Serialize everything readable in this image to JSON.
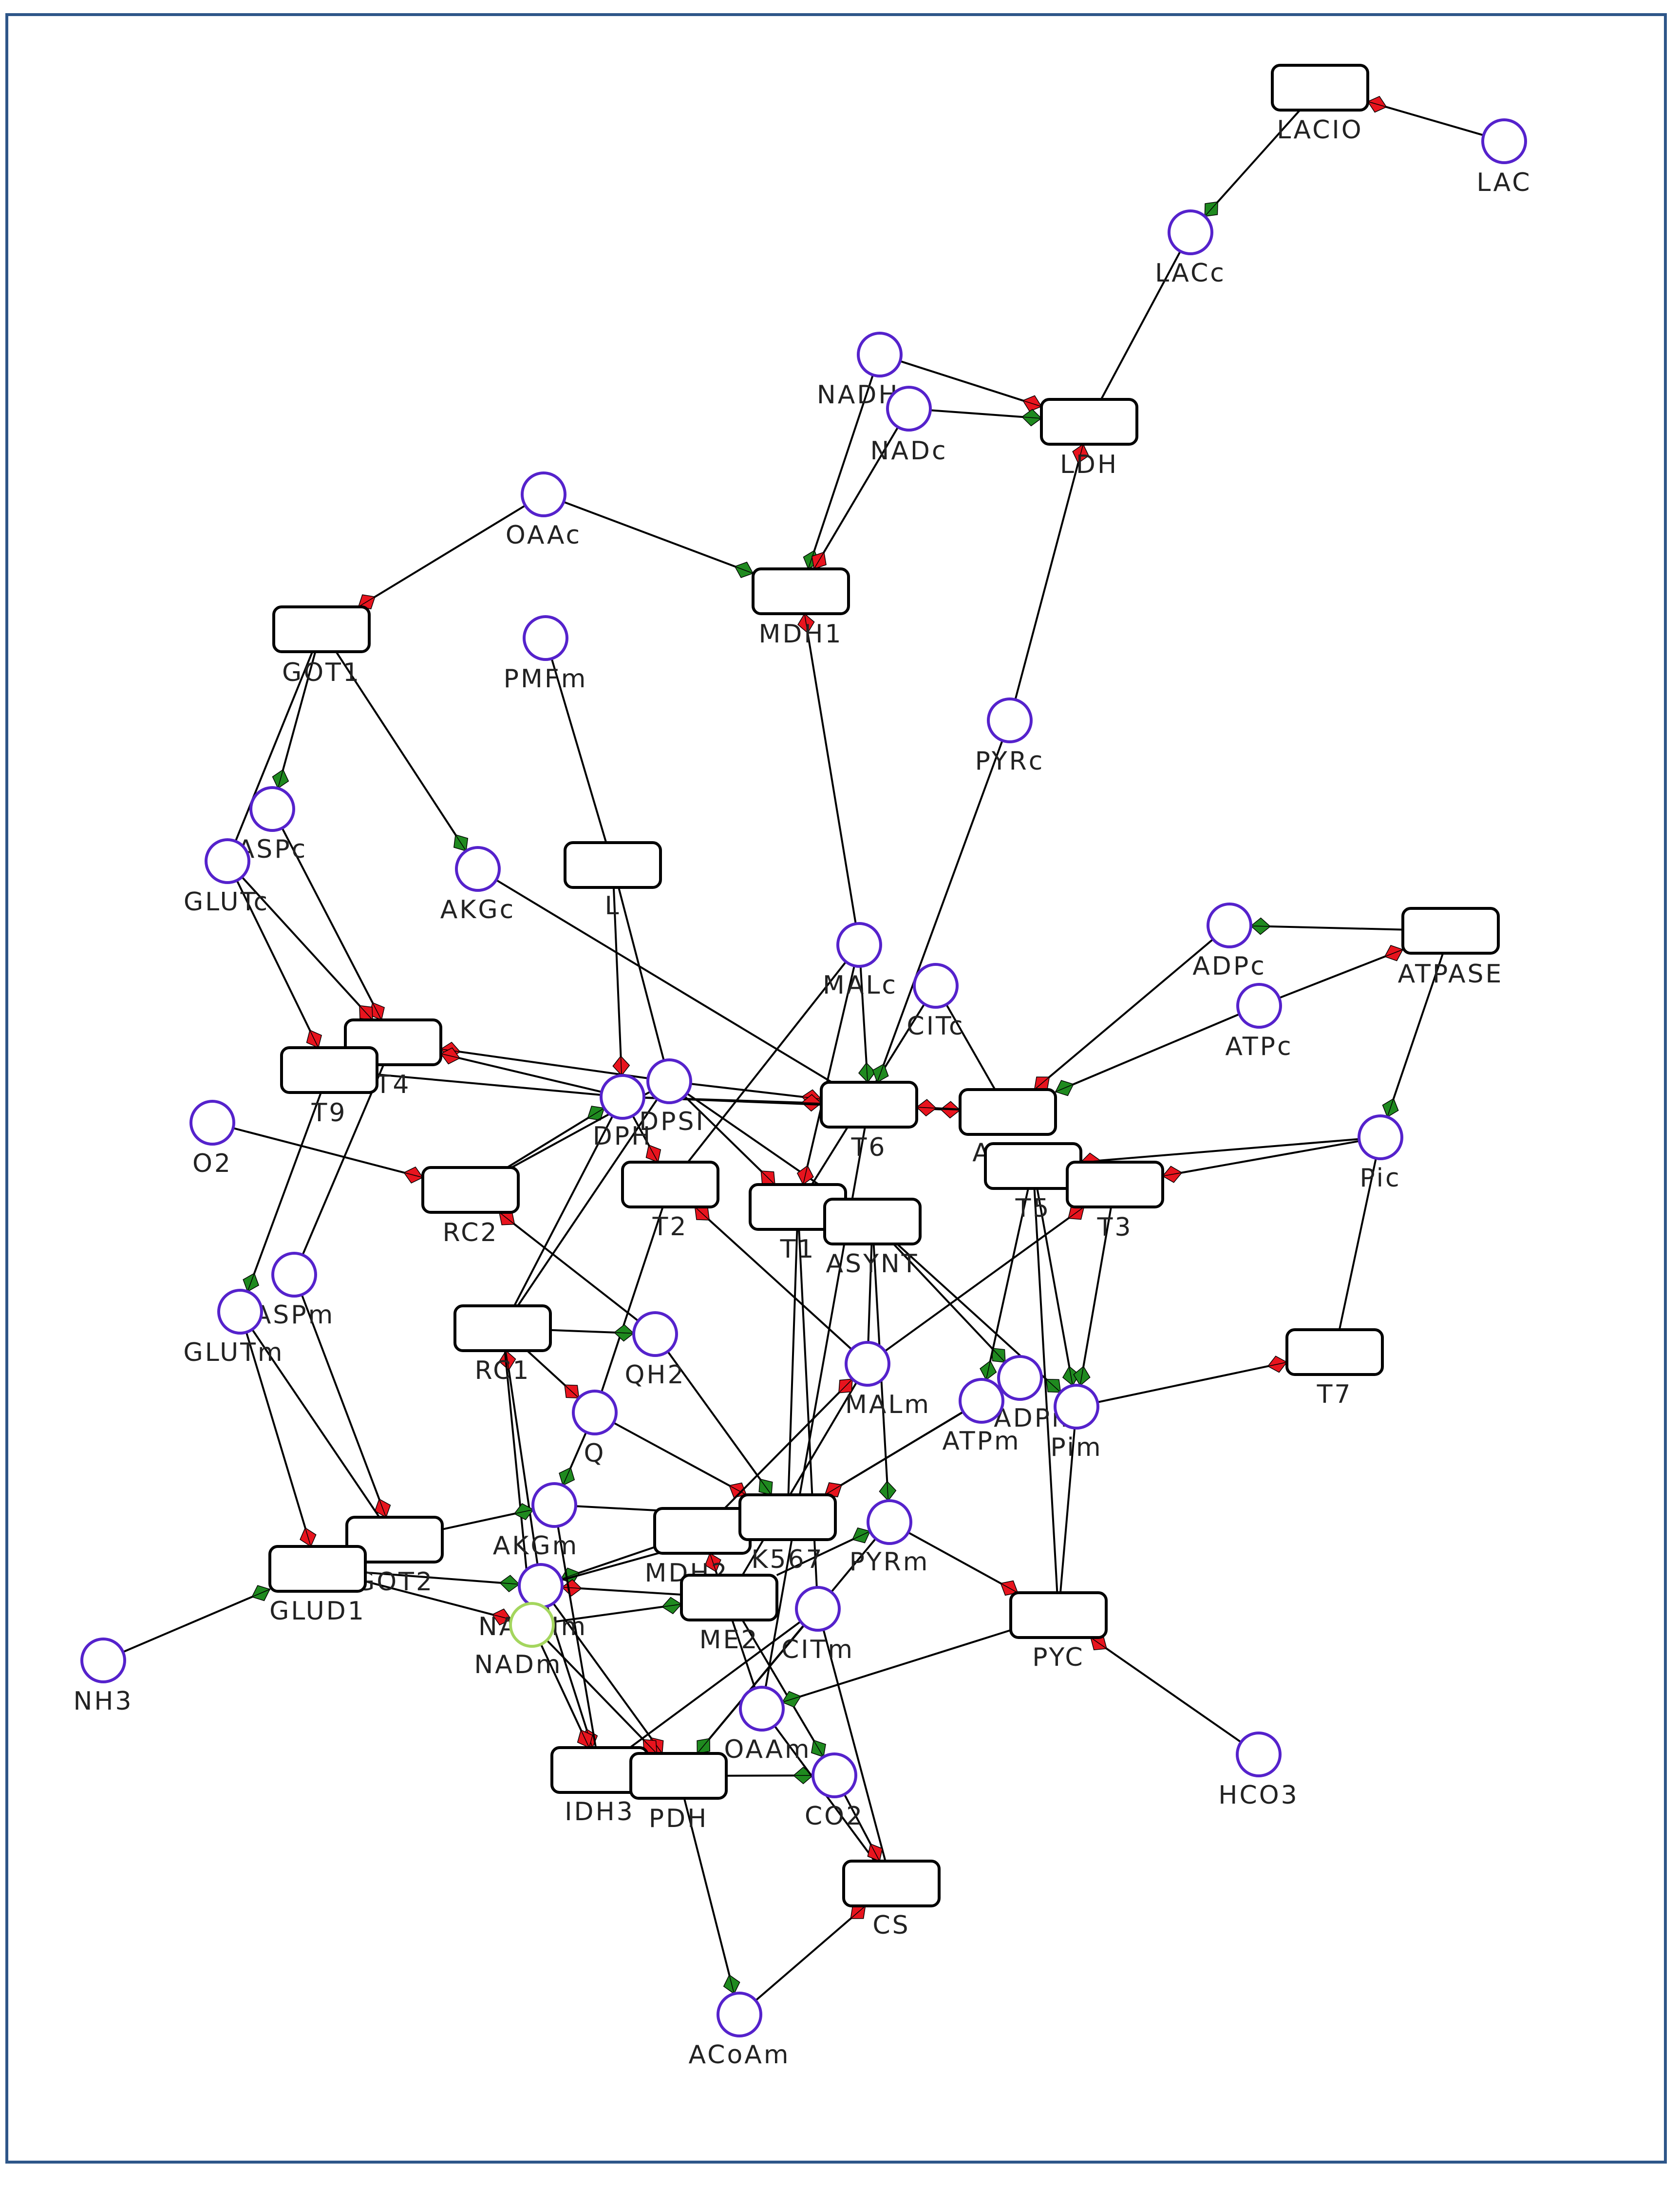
{
  "colors": {
    "frame": "#2e5689",
    "node_stroke": "#5522cc",
    "reaction_stroke": "#000000",
    "edge": "#000000",
    "arrow_red": "#e8141e",
    "arrow_green": "#1f8a1f",
    "highlight": "#a4d65e",
    "label": "#222222"
  },
  "metabolites": [
    {
      "id": "LAC",
      "label": "LAC"
    },
    {
      "id": "LACc",
      "label": "LACc"
    },
    {
      "id": "NADHc",
      "label": "NADHc"
    },
    {
      "id": "NADc",
      "label": "NADc"
    },
    {
      "id": "OAAc",
      "label": "OAAc"
    },
    {
      "id": "PMFm",
      "label": "PMFm"
    },
    {
      "id": "PYRc",
      "label": "PYRc"
    },
    {
      "id": "ASPc",
      "label": "ASPc"
    },
    {
      "id": "GLUTc",
      "label": "GLUTc"
    },
    {
      "id": "AKGc",
      "label": "AKGc"
    },
    {
      "id": "MALc",
      "label": "MALc"
    },
    {
      "id": "CITc",
      "label": "CITc"
    },
    {
      "id": "ADPc",
      "label": "ADPc"
    },
    {
      "id": "ATPc",
      "label": "ATPc"
    },
    {
      "id": "DPSI",
      "label": "DPSI"
    },
    {
      "id": "DPH",
      "label": "DPH"
    },
    {
      "id": "O2",
      "label": "O2"
    },
    {
      "id": "Pic",
      "label": "Pic"
    },
    {
      "id": "ASPm",
      "label": "ASPm"
    },
    {
      "id": "GLUTm",
      "label": "GLUTm"
    },
    {
      "id": "QH2",
      "label": "QH2"
    },
    {
      "id": "Q",
      "label": "Q"
    },
    {
      "id": "MALm",
      "label": "MALm"
    },
    {
      "id": "ADPm",
      "label": "ADPm"
    },
    {
      "id": "ATPm",
      "label": "ATPm"
    },
    {
      "id": "Pim",
      "label": "Pim"
    },
    {
      "id": "AKGm",
      "label": "AKGm"
    },
    {
      "id": "PYRm",
      "label": "PYRm"
    },
    {
      "id": "NADHm",
      "label": "NADHm"
    },
    {
      "id": "NADm",
      "label": "NADm"
    },
    {
      "id": "NH3",
      "label": "NH3"
    },
    {
      "id": "CITm",
      "label": "CITm"
    },
    {
      "id": "OAAm",
      "label": "OAAm"
    },
    {
      "id": "CO2",
      "label": "CO2"
    },
    {
      "id": "HCO3",
      "label": "HCO3"
    },
    {
      "id": "ACoAm",
      "label": "ACoAm"
    }
  ],
  "reactions": [
    {
      "id": "LACIO",
      "label": "LACIO"
    },
    {
      "id": "LDH",
      "label": "LDH"
    },
    {
      "id": "MDH1",
      "label": "MDH1"
    },
    {
      "id": "GOT1",
      "label": "GOT1"
    },
    {
      "id": "L",
      "label": "L"
    },
    {
      "id": "ATPASE",
      "label": "ATPASE"
    },
    {
      "id": "T4",
      "label": "T4"
    },
    {
      "id": "T9",
      "label": "T9"
    },
    {
      "id": "T6",
      "label": "T6"
    },
    {
      "id": "ANT",
      "label": "A"
    },
    {
      "id": "T5",
      "label": "T5"
    },
    {
      "id": "T3",
      "label": "T3"
    },
    {
      "id": "RC2",
      "label": "RC2"
    },
    {
      "id": "T2",
      "label": "T2"
    },
    {
      "id": "T1",
      "label": "T1"
    },
    {
      "id": "ASYNT",
      "label": "ASYNT"
    },
    {
      "id": "T7",
      "label": "T7"
    },
    {
      "id": "RC1",
      "label": "RC1"
    },
    {
      "id": "GOT2",
      "label": "GOT2"
    },
    {
      "id": "GLUD1",
      "label": "GLUD1"
    },
    {
      "id": "MDH2",
      "label": "MDH2"
    },
    {
      "id": "K567",
      "label": "K567"
    },
    {
      "id": "ME2",
      "label": "ME2"
    },
    {
      "id": "PYC",
      "label": "PYC"
    },
    {
      "id": "IDH3",
      "label": "IDH3"
    },
    {
      "id": "PDH",
      "label": "PDH"
    },
    {
      "id": "CS",
      "label": "CS"
    }
  ],
  "edges": [
    {
      "from": "LAC",
      "to": "LACIO",
      "head": "red"
    },
    {
      "from": "LACIO",
      "to": "LACc",
      "head": "green"
    },
    {
      "from": "LACc",
      "to": "LDH",
      "head": "none"
    },
    {
      "from": "NADHc",
      "to": "LDH",
      "head": "red"
    },
    {
      "from": "NADc",
      "to": "LDH",
      "head": "green"
    },
    {
      "from": "PYRc",
      "to": "LDH",
      "head": "red"
    },
    {
      "from": "NADHc",
      "to": "MDH1",
      "head": "green"
    },
    {
      "from": "NADc",
      "to": "MDH1",
      "head": "red"
    },
    {
      "from": "OAAc",
      "to": "MDH1",
      "head": "green"
    },
    {
      "from": "MALc",
      "to": "MDH1",
      "head": "red"
    },
    {
      "from": "OAAc",
      "to": "GOT1",
      "head": "red"
    },
    {
      "from": "GOT1",
      "to": "ASPc",
      "head": "green"
    },
    {
      "from": "GOT1",
      "to": "GLUTc",
      "head": "none"
    },
    {
      "from": "GOT1",
      "to": "AKGc",
      "head": "green"
    },
    {
      "from": "PMFm",
      "to": "L",
      "head": "none"
    },
    {
      "from": "L",
      "to": "DPH",
      "head": "red"
    },
    {
      "from": "L",
      "to": "DPSI",
      "head": "none"
    },
    {
      "from": "ATPASE",
      "to": "ADPc",
      "head": "green"
    },
    {
      "from": "ATPc",
      "to": "ATPASE",
      "head": "red"
    },
    {
      "from": "ATPASE",
      "to": "Pic",
      "head": "green"
    },
    {
      "from": "ASPc",
      "to": "T4",
      "head": "red"
    },
    {
      "from": "GLUTc",
      "to": "T4",
      "head": "red"
    },
    {
      "from": "GLUTc",
      "to": "T9",
      "head": "red"
    },
    {
      "from": "AKGc",
      "to": "T6",
      "head": "none"
    },
    {
      "from": "DPSI",
      "to": "T4",
      "head": "red"
    },
    {
      "from": "DPH",
      "to": "T4",
      "head": "red"
    },
    {
      "from": "DPH",
      "to": "T9",
      "head": "none"
    },
    {
      "from": "DPSI",
      "to": "T6",
      "head": "red"
    },
    {
      "from": "DPH",
      "to": "T6",
      "head": "red"
    },
    {
      "from": "DPH",
      "to": "ANT",
      "head": "red"
    },
    {
      "from": "MALc",
      "to": "T6",
      "head": "green"
    },
    {
      "from": "MALc",
      "to": "T2",
      "head": "none"
    },
    {
      "from": "CITc",
      "to": "T1",
      "head": "none"
    },
    {
      "from": "CITc",
      "to": "ANT",
      "head": "none"
    },
    {
      "from": "PYRc",
      "to": "T6",
      "head": "green"
    },
    {
      "from": "ADPc",
      "to": "ANT",
      "head": "red"
    },
    {
      "from": "ATPc",
      "to": "ANT",
      "head": "green"
    },
    {
      "from": "ANT",
      "to": "T6",
      "head": "red"
    },
    {
      "from": "Pic",
      "to": "T5",
      "head": "red"
    },
    {
      "from": "Pic",
      "to": "T3",
      "head": "red"
    },
    {
      "from": "O2",
      "to": "RC2",
      "head": "red"
    },
    {
      "from": "RC2",
      "to": "DPH",
      "head": "green"
    },
    {
      "from": "RC2",
      "to": "DPSI",
      "head": "none"
    },
    {
      "from": "QH2",
      "to": "RC2",
      "head": "red"
    },
    {
      "from": "DPH",
      "to": "T2",
      "head": "red"
    },
    {
      "from": "DPSI",
      "to": "T1",
      "head": "red"
    },
    {
      "from": "DPSI",
      "to": "ASYNT",
      "head": "none"
    },
    {
      "from": "T2",
      "to": "Q",
      "head": "none"
    },
    {
      "from": "MALm",
      "to": "T2",
      "head": "red"
    },
    {
      "from": "MALm",
      "to": "T3",
      "head": "red"
    },
    {
      "from": "T1",
      "to": "K567",
      "head": "none"
    },
    {
      "from": "ASYNT",
      "to": "ADPm",
      "head": "green"
    },
    {
      "from": "ASYNT",
      "to": "Pim",
      "head": "green"
    },
    {
      "from": "ASYNT",
      "to": "PYRm",
      "head": "green"
    },
    {
      "from": "ASYNT",
      "to": "MALm",
      "head": "none"
    },
    {
      "from": "T5",
      "to": "ATPm",
      "head": "green"
    },
    {
      "from": "T5",
      "to": "Pim",
      "head": "green"
    },
    {
      "from": "T3",
      "to": "Pim",
      "head": "green"
    },
    {
      "from": "T5",
      "to": "PYC",
      "head": "none"
    },
    {
      "from": "Pim",
      "to": "T7",
      "head": "red"
    },
    {
      "from": "T7",
      "to": "Pic",
      "head": "none"
    },
    {
      "from": "RC1",
      "to": "QH2",
      "head": "green"
    },
    {
      "from": "RC1",
      "to": "Q",
      "head": "red"
    },
    {
      "from": "RC1",
      "to": "DPH",
      "head": "none"
    },
    {
      "from": "RC1",
      "to": "DPSI",
      "head": "none"
    },
    {
      "from": "NADHm",
      "to": "RC1",
      "head": "red"
    },
    {
      "from": "NADm",
      "to": "RC1",
      "head": "none"
    },
    {
      "from": "Q",
      "to": "AKGm",
      "head": "green"
    },
    {
      "from": "Q",
      "to": "K567",
      "head": "red"
    },
    {
      "from": "QH2",
      "to": "K567",
      "head": "green"
    },
    {
      "from": "ATPm",
      "to": "K567",
      "head": "red"
    },
    {
      "from": "ADPm",
      "to": "K567",
      "head": "red"
    },
    {
      "from": "AKGm",
      "to": "K567",
      "head": "none"
    },
    {
      "from": "ASPm",
      "to": "GOT2",
      "head": "red"
    },
    {
      "from": "GLUTm",
      "to": "GLUD1",
      "head": "red"
    },
    {
      "from": "GLUTm",
      "to": "GOT2",
      "head": "none"
    },
    {
      "from": "T4",
      "to": "ASPm",
      "head": "none"
    },
    {
      "from": "T9",
      "to": "GLUTm",
      "head": "green"
    },
    {
      "from": "NH3",
      "to": "GLUD1",
      "head": "green"
    },
    {
      "from": "GOT2",
      "to": "AKGm",
      "head": "green"
    },
    {
      "from": "GLUD1",
      "to": "NADHm",
      "head": "green"
    },
    {
      "from": "GLUD1",
      "to": "NADm",
      "head": "red"
    },
    {
      "from": "MDH2",
      "to": "NADHm",
      "head": "green"
    },
    {
      "from": "ME2",
      "to": "NADHm",
      "head": "red"
    },
    {
      "from": "NADm",
      "to": "ME2",
      "head": "green"
    },
    {
      "from": "MALm",
      "to": "ME2",
      "head": "none"
    },
    {
      "from": "ME2",
      "to": "PYRm",
      "head": "green"
    },
    {
      "from": "ME2",
      "to": "CO2",
      "head": "green"
    },
    {
      "from": "PYRm",
      "to": "PYC",
      "head": "red"
    },
    {
      "from": "HCO3",
      "to": "PYC",
      "head": "red"
    },
    {
      "from": "PYC",
      "to": "OAAm",
      "head": "green"
    },
    {
      "from": "Pim",
      "to": "PYC",
      "head": "none"
    },
    {
      "from": "NADHm",
      "to": "IDH3",
      "head": "red"
    },
    {
      "from": "NADm",
      "to": "IDH3",
      "head": "red"
    },
    {
      "from": "AKGm",
      "to": "IDH3",
      "head": "none"
    },
    {
      "from": "CITm",
      "to": "IDH3",
      "head": "none"
    },
    {
      "from": "NADHm",
      "to": "PDH",
      "head": "red"
    },
    {
      "from": "NADm",
      "to": "PDH",
      "head": "red"
    },
    {
      "from": "PYRm",
      "to": "PDH",
      "head": "none"
    },
    {
      "from": "PDH",
      "to": "CO2",
      "head": "green"
    },
    {
      "from": "PDH",
      "to": "ACoAm",
      "head": "green"
    },
    {
      "from": "ACoAm",
      "to": "CS",
      "head": "red"
    },
    {
      "from": "OAAm",
      "to": "CS",
      "head": "none"
    },
    {
      "from": "CS",
      "to": "CITm",
      "head": "none"
    },
    {
      "from": "CO2",
      "to": "CS",
      "head": "red"
    },
    {
      "from": "CITm",
      "to": "PDH",
      "head": "green"
    },
    {
      "from": "OAAm",
      "to": "MDH2",
      "head": "red"
    },
    {
      "from": "MDH2",
      "to": "MALm",
      "head": "red"
    },
    {
      "from": "NADHm",
      "to": "K567",
      "head": "red"
    },
    {
      "from": "CITm",
      "to": "T1",
      "head": "none"
    },
    {
      "from": "OAAm",
      "to": "T6",
      "head": "none"
    },
    {
      "from": "MALc",
      "to": "T1",
      "head": "red"
    }
  ]
}
